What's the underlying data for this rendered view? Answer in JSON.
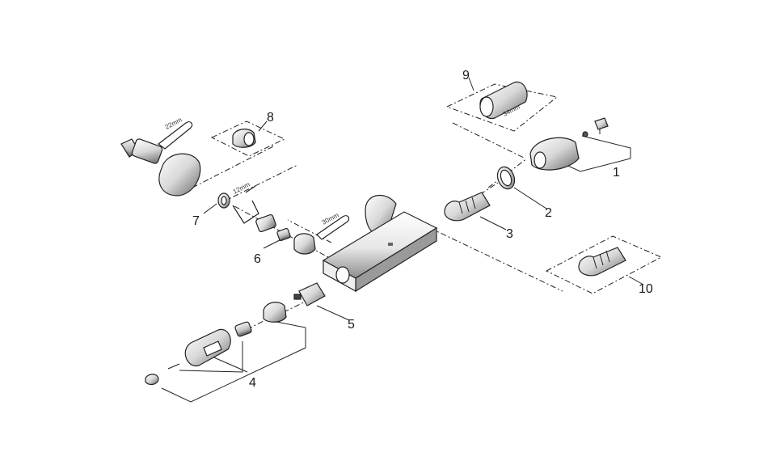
{
  "callouts": {
    "c1": "1",
    "c2": "2",
    "c3": "3",
    "c4": "4",
    "c5": "5",
    "c6": "6",
    "c7": "7",
    "c8": "8",
    "c9": "9",
    "c10": "10"
  },
  "dimensions": {
    "d22": "22mm",
    "d12": "12mm",
    "d30": "30mm",
    "d34": "34mm"
  }
}
